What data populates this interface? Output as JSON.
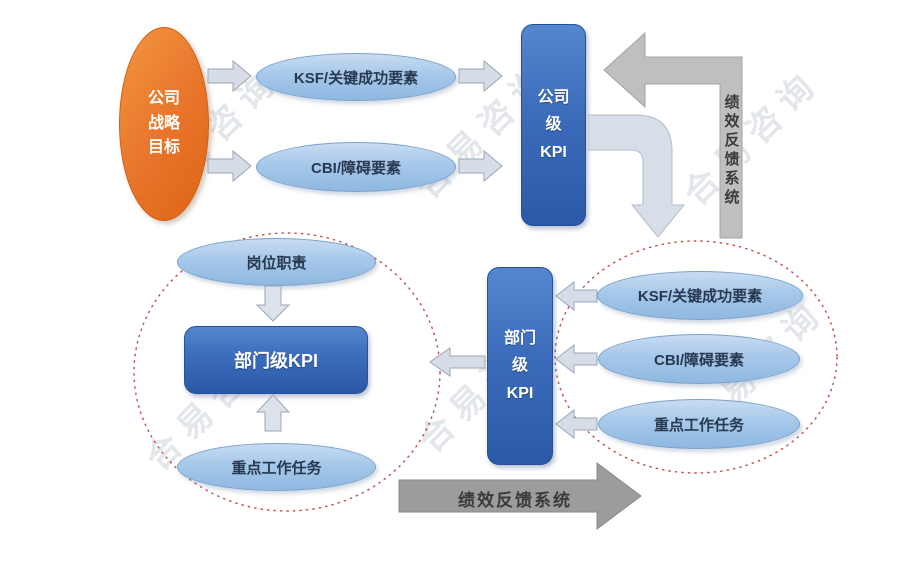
{
  "watermark": {
    "text": "合易咨询"
  },
  "colors": {
    "accent_orange": "#e8742a",
    "ellipse_blue": "#9dc3e6",
    "box_blue": "#3567b1",
    "feedback_gray": "#bfbfbf",
    "bottom_arrow_gray": "#9c9c9c",
    "dashed_boundary_red": "#c0504d"
  },
  "top_flow": {
    "strategy_lines": [
      "公司",
      "战略",
      "目标"
    ],
    "ksf_label": "KSF/关键成功要素",
    "cbi_label": "CBI/障碍要素",
    "company_kpi_lines": [
      "公司",
      "级",
      "KPI"
    ],
    "feedback_vertical_label": "绩效反馈系统"
  },
  "department_flow": {
    "job_duty_label": "岗位职责",
    "dept_kpi_label": "部门级KPI",
    "key_task_label": "重点工作任务",
    "dept_kpi_lines": [
      "部门",
      "级",
      "KPI"
    ],
    "ksf_label": "KSF/关键成功要素",
    "cbi_label": "CBI/障碍要素",
    "key_task_right_label": "重点工作任务",
    "feedback_bottom_label": "绩效反馈系统"
  }
}
